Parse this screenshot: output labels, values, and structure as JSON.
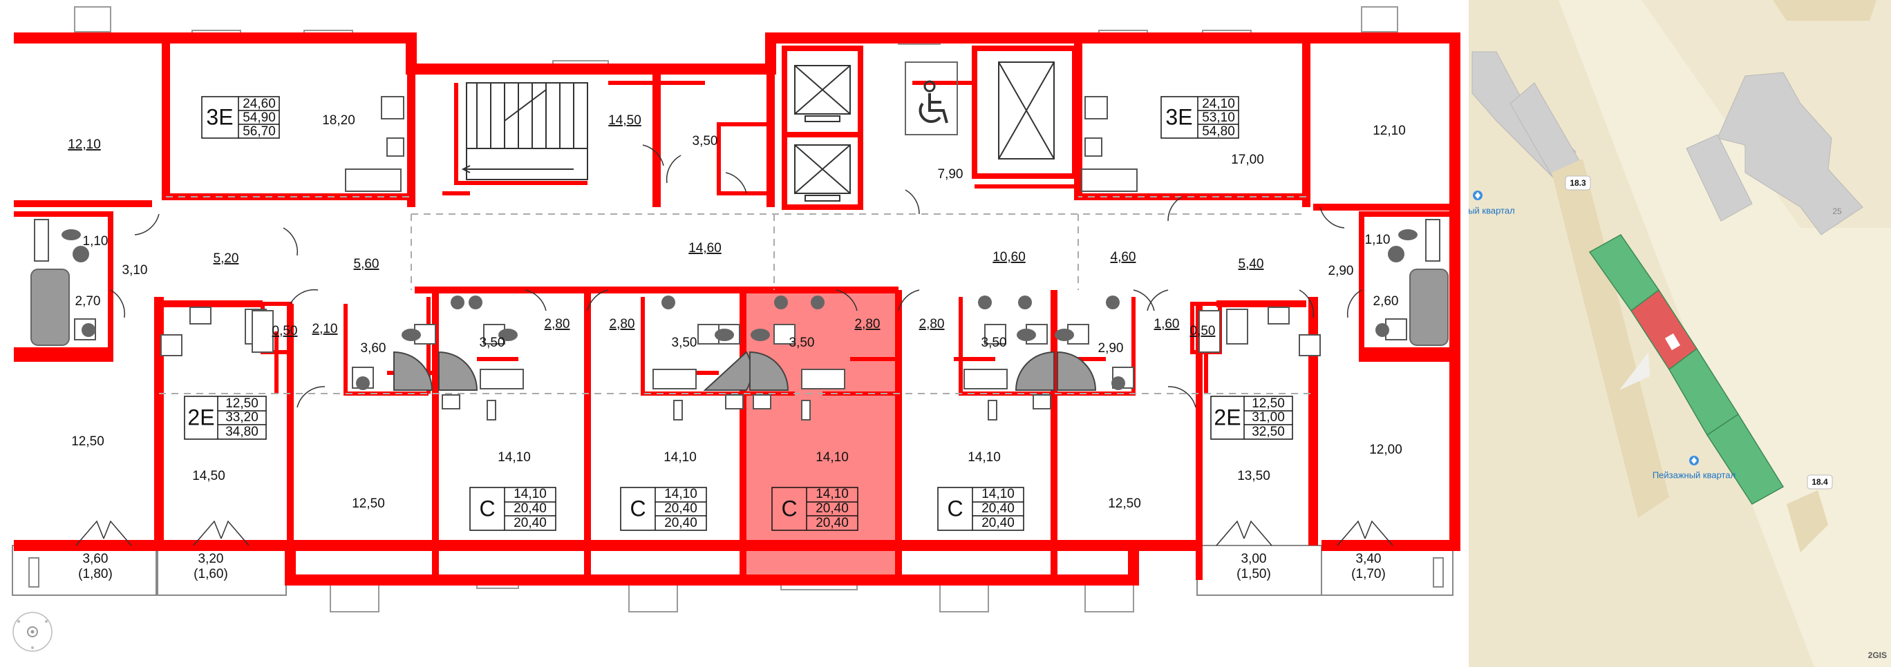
{
  "apartments": [
    {
      "id": "3E-left",
      "code": "3E",
      "areas": [
        "24,60",
        "54,90",
        "56,70"
      ]
    },
    {
      "id": "3E-right",
      "code": "3E",
      "areas": [
        "24,10",
        "53,10",
        "54,80"
      ]
    },
    {
      "id": "2E-left",
      "code": "2E",
      "areas": [
        "12,50",
        "33,20",
        "34,80"
      ]
    },
    {
      "id": "2E-right",
      "code": "2E",
      "areas": [
        "12,50",
        "31,00",
        "32,50"
      ]
    },
    {
      "id": "C1",
      "code": "C",
      "areas": [
        "14,10",
        "20,40",
        "20,40"
      ]
    },
    {
      "id": "C2",
      "code": "C",
      "areas": [
        "14,10",
        "20,40",
        "20,40"
      ]
    },
    {
      "id": "C3",
      "code": "C",
      "areas": [
        "14,10",
        "20,40",
        "20,40"
      ],
      "selected": true
    },
    {
      "id": "C4",
      "code": "C",
      "areas": [
        "14,10",
        "20,40",
        "20,40"
      ]
    }
  ],
  "rooms": {
    "r_12_10_l": "12,10",
    "r_18_20": "18,20",
    "r_14_50_st": "14,50",
    "r_3_50_top": "3,50",
    "r_7_90": "7,90",
    "r_17_00": "17,00",
    "r_12_10_r": "12,10",
    "r_1_10_l": "1,10",
    "r_3_10": "3,10",
    "r_2_70": "2,70",
    "r_5_20": "5,20",
    "r_5_60": "5,60",
    "r_14_60": "14,60",
    "r_10_60": "10,60",
    "r_4_60": "4,60",
    "r_5_40": "5,40",
    "r_2_90_r": "2,90",
    "r_1_10_r": "1,10",
    "r_2_60": "2,60",
    "r_0_50_l": "0,50",
    "r_2_10": "2,10",
    "r_3_60": "3,60",
    "r_3_50_a": "3,50",
    "r_2_80_a": "2,80",
    "r_2_80_b": "2,80",
    "r_3_50_b": "3,50",
    "r_3_50_c": "3,50",
    "r_2_80_c": "2,80",
    "r_2_80_d": "2,80",
    "r_3_50_d": "3,50",
    "r_2_90_m": "2,90",
    "r_1_60": "1,60",
    "r_0_50_r": "0,50",
    "r_12_50_l": "12,50",
    "r_14_50_l": "14,50",
    "r_12_50_m": "12,50",
    "r_14_10_a": "14,10",
    "r_14_10_b": "14,10",
    "r_14_10_c": "14,10",
    "r_14_10_d": "14,10",
    "r_12_50_r": "12,50",
    "r_13_50": "13,50",
    "r_12_00": "12,00",
    "b_3_60": "3,60",
    "b_1_80": "(1,80)",
    "b_3_20": "3,20",
    "b_1_60": "(1,60)",
    "b_3_00": "3,00",
    "b_1_50": "(1,50)",
    "b_3_40": "3,40",
    "b_1_70": "(1,70)"
  },
  "map": {
    "label_left": "жный квартал",
    "label_center": "Пейзажный квартал",
    "badge_top": "18.3",
    "badge_bottom": "18.4",
    "building_number": "25",
    "attribution": "2GIS",
    "colors": {
      "bg": "#f4efdb",
      "building": "#cfcfcf",
      "section": "#5fba7d",
      "selected": "#e45b5b",
      "road": "#e8dfc4"
    }
  },
  "colors": {
    "wall": "#ff0000",
    "selected_fill": "#ff8080"
  },
  "controls": {
    "compass_icon": "compass-icon"
  }
}
